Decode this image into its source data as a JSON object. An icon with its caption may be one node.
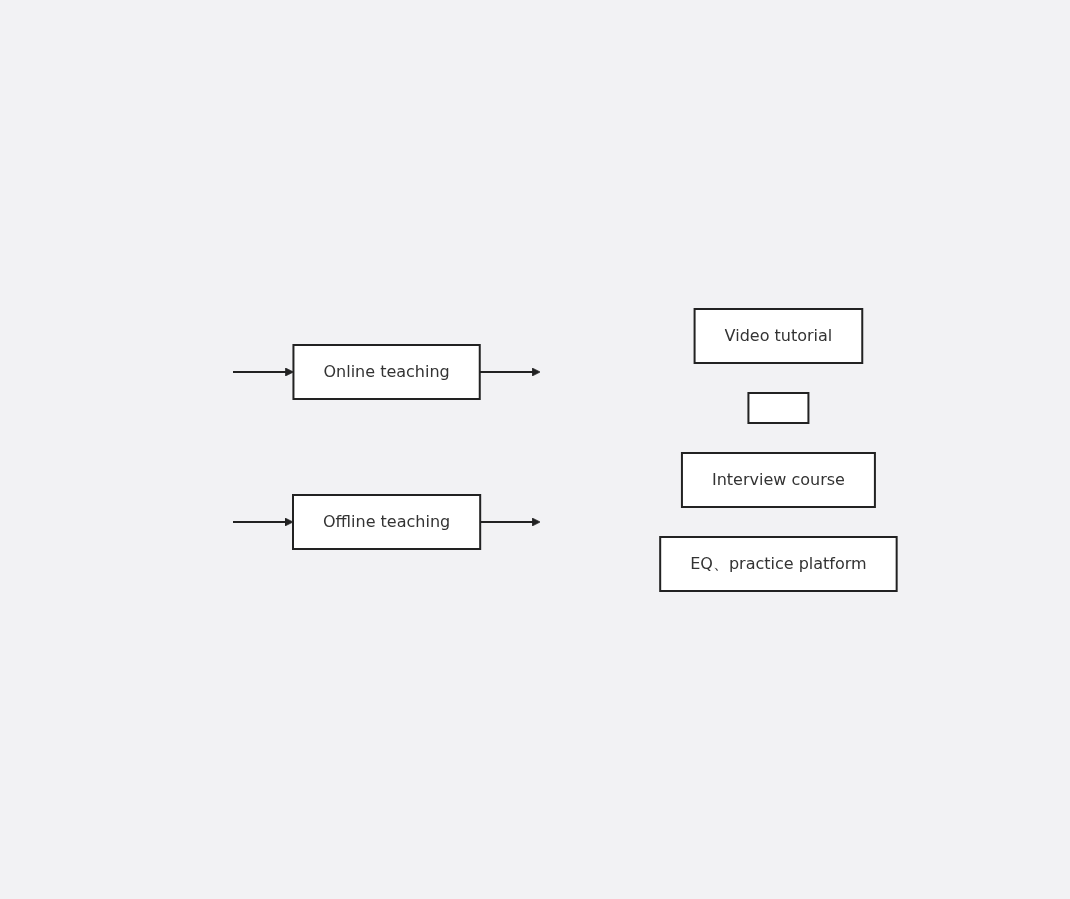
{
  "diagram": {
    "nodes": [
      {
        "text": [
          "Online teaching"
        ]
      },
      {
        "text": [
          "Offline teaching"
        ]
      },
      {
        "text": [
          "Video tutorial"
        ]
      },
      {
        "text": [],
        "shape": "box"
      },
      {
        "text": [
          "Interview course"
        ]
      },
      {
        "text": [
          "EQ、practice platform"
        ]
      }
    ],
    "edges": [
      {
        "from": null,
        "to": 0,
        "arrow": "to"
      },
      {
        "from": 0,
        "to": null,
        "arrow": "to"
      },
      {
        "from": null,
        "to": 1,
        "arrow": "to"
      },
      {
        "from": 1,
        "to": null,
        "arrow": "to"
      }
    ]
  }
}
